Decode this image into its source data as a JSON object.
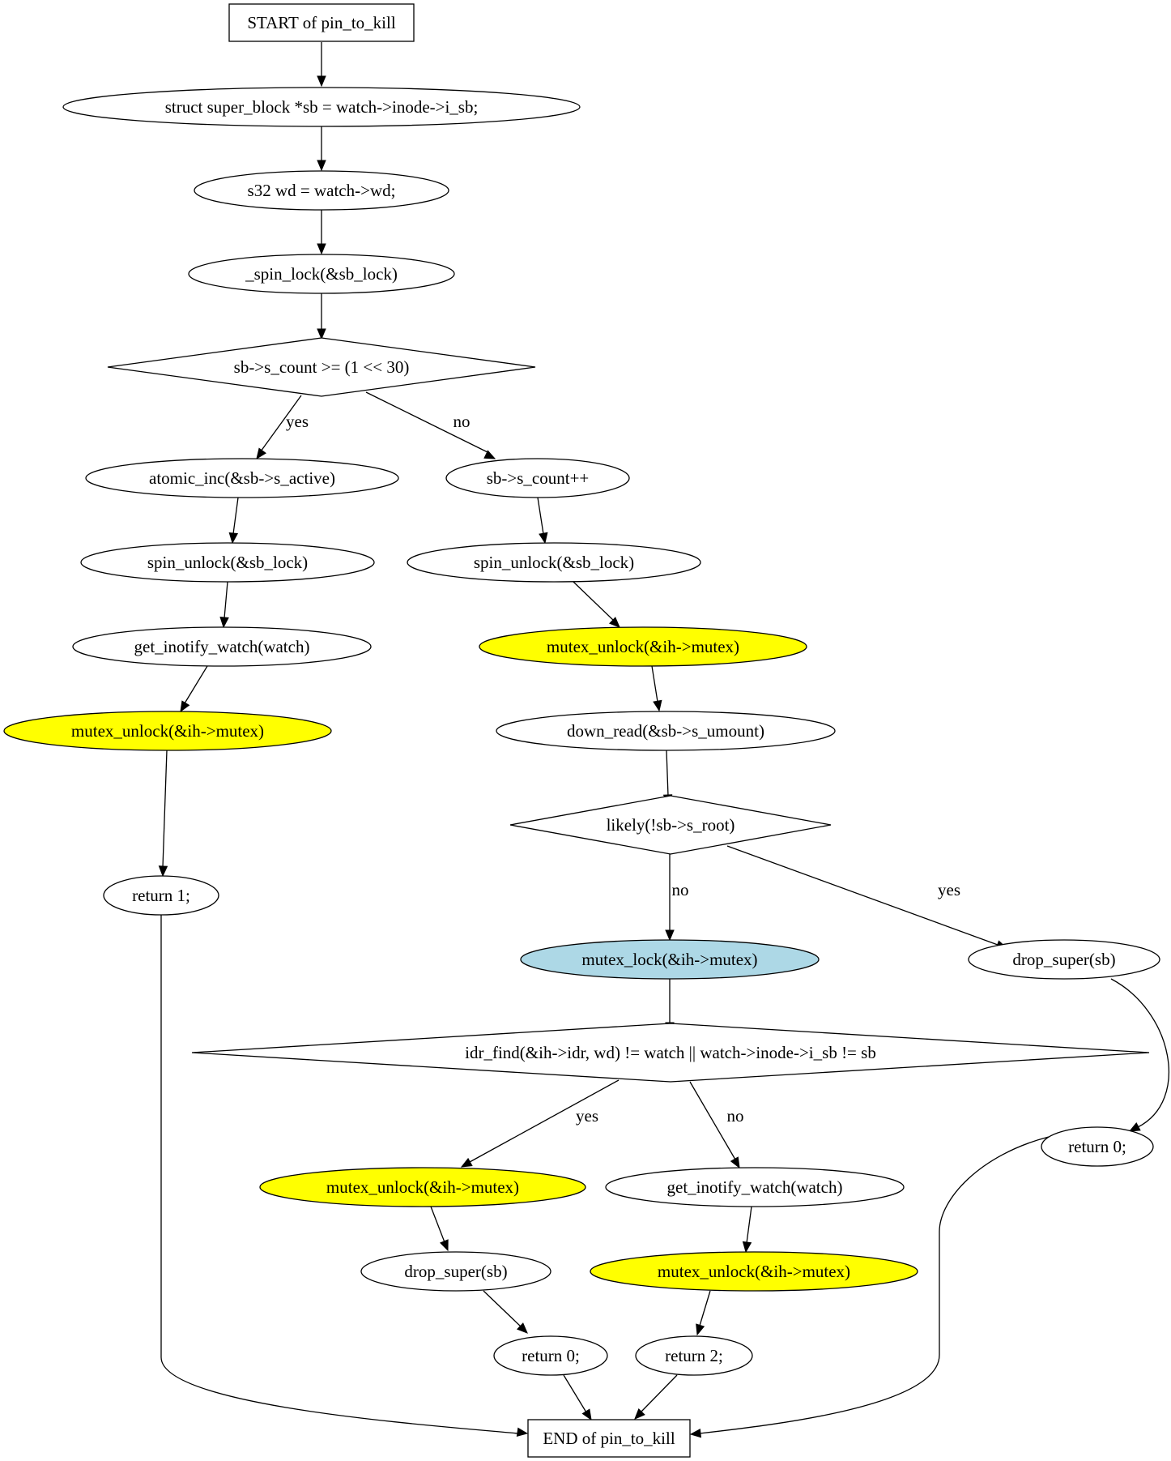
{
  "colors": {
    "plain": "#ffffff",
    "highlight_yellow": "#ffff00",
    "highlight_blue": "#add8e6",
    "stroke": "#000000"
  },
  "nodes": {
    "start": {
      "shape": "box",
      "label": "START of pin_to_kill"
    },
    "n1": {
      "shape": "ellipse",
      "label": "struct super_block *sb = watch->inode->i_sb;"
    },
    "n2": {
      "shape": "ellipse",
      "label": "s32 wd = watch->wd;"
    },
    "n3": {
      "shape": "ellipse",
      "label": "_spin_lock(&sb_lock)"
    },
    "d1": {
      "shape": "diamond",
      "label": "sb->s_count >= (1 << 30)"
    },
    "n4": {
      "shape": "ellipse",
      "label": "atomic_inc(&sb->s_active)"
    },
    "n5": {
      "shape": "ellipse",
      "label": "sb->s_count++"
    },
    "n6": {
      "shape": "ellipse",
      "label": "spin_unlock(&sb_lock)"
    },
    "n7": {
      "shape": "ellipse",
      "label": "spin_unlock(&sb_lock)"
    },
    "n8": {
      "shape": "ellipse",
      "label": "get_inotify_watch(watch)"
    },
    "n9": {
      "shape": "ellipse",
      "fill": "highlight_yellow",
      "label": "mutex_unlock(&ih->mutex)"
    },
    "n10": {
      "shape": "ellipse",
      "fill": "highlight_yellow",
      "label": "mutex_unlock(&ih->mutex)"
    },
    "n11": {
      "shape": "ellipse",
      "label": "down_read(&sb->s_umount)"
    },
    "d2": {
      "shape": "diamond",
      "label": "likely(!sb->s_root)"
    },
    "n12": {
      "shape": "ellipse",
      "label": "return 1;"
    },
    "n13": {
      "shape": "ellipse",
      "fill": "highlight_blue",
      "label": "mutex_lock(&ih->mutex)"
    },
    "n14": {
      "shape": "ellipse",
      "label": "drop_super(sb)"
    },
    "d3": {
      "shape": "diamond",
      "label": "idr_find(&ih->idr, wd) != watch || watch->inode->i_sb != sb"
    },
    "n15": {
      "shape": "ellipse",
      "label": "return 0;"
    },
    "n16": {
      "shape": "ellipse",
      "fill": "highlight_yellow",
      "label": "mutex_unlock(&ih->mutex)"
    },
    "n17": {
      "shape": "ellipse",
      "label": "get_inotify_watch(watch)"
    },
    "n18": {
      "shape": "ellipse",
      "label": "drop_super(sb)"
    },
    "n19": {
      "shape": "ellipse",
      "fill": "highlight_yellow",
      "label": "mutex_unlock(&ih->mutex)"
    },
    "n20": {
      "shape": "ellipse",
      "label": "return 0;"
    },
    "n21": {
      "shape": "ellipse",
      "label": "return 2;"
    },
    "end": {
      "shape": "box",
      "label": "END of pin_to_kill"
    }
  },
  "edges": [
    {
      "from": "start",
      "to": "n1"
    },
    {
      "from": "n1",
      "to": "n2"
    },
    {
      "from": "n2",
      "to": "n3"
    },
    {
      "from": "n3",
      "to": "d1"
    },
    {
      "from": "d1",
      "to": "n4",
      "label": "yes"
    },
    {
      "from": "d1",
      "to": "n5",
      "label": "no"
    },
    {
      "from": "n4",
      "to": "n6"
    },
    {
      "from": "n5",
      "to": "n7"
    },
    {
      "from": "n6",
      "to": "n8"
    },
    {
      "from": "n7",
      "to": "n10"
    },
    {
      "from": "n8",
      "to": "n9"
    },
    {
      "from": "n10",
      "to": "n11"
    },
    {
      "from": "n9",
      "to": "n12"
    },
    {
      "from": "n11",
      "to": "d2"
    },
    {
      "from": "d2",
      "to": "n13",
      "label": "no"
    },
    {
      "from": "d2",
      "to": "n14",
      "label": "yes"
    },
    {
      "from": "n13",
      "to": "d3"
    },
    {
      "from": "n14",
      "to": "n15"
    },
    {
      "from": "d3",
      "to": "n16",
      "label": "yes"
    },
    {
      "from": "d3",
      "to": "n17",
      "label": "no"
    },
    {
      "from": "n16",
      "to": "n18"
    },
    {
      "from": "n17",
      "to": "n19"
    },
    {
      "from": "n18",
      "to": "n20"
    },
    {
      "from": "n19",
      "to": "n21"
    },
    {
      "from": "n12",
      "to": "end"
    },
    {
      "from": "n15",
      "to": "end"
    },
    {
      "from": "n20",
      "to": "end"
    },
    {
      "from": "n21",
      "to": "end"
    }
  ]
}
